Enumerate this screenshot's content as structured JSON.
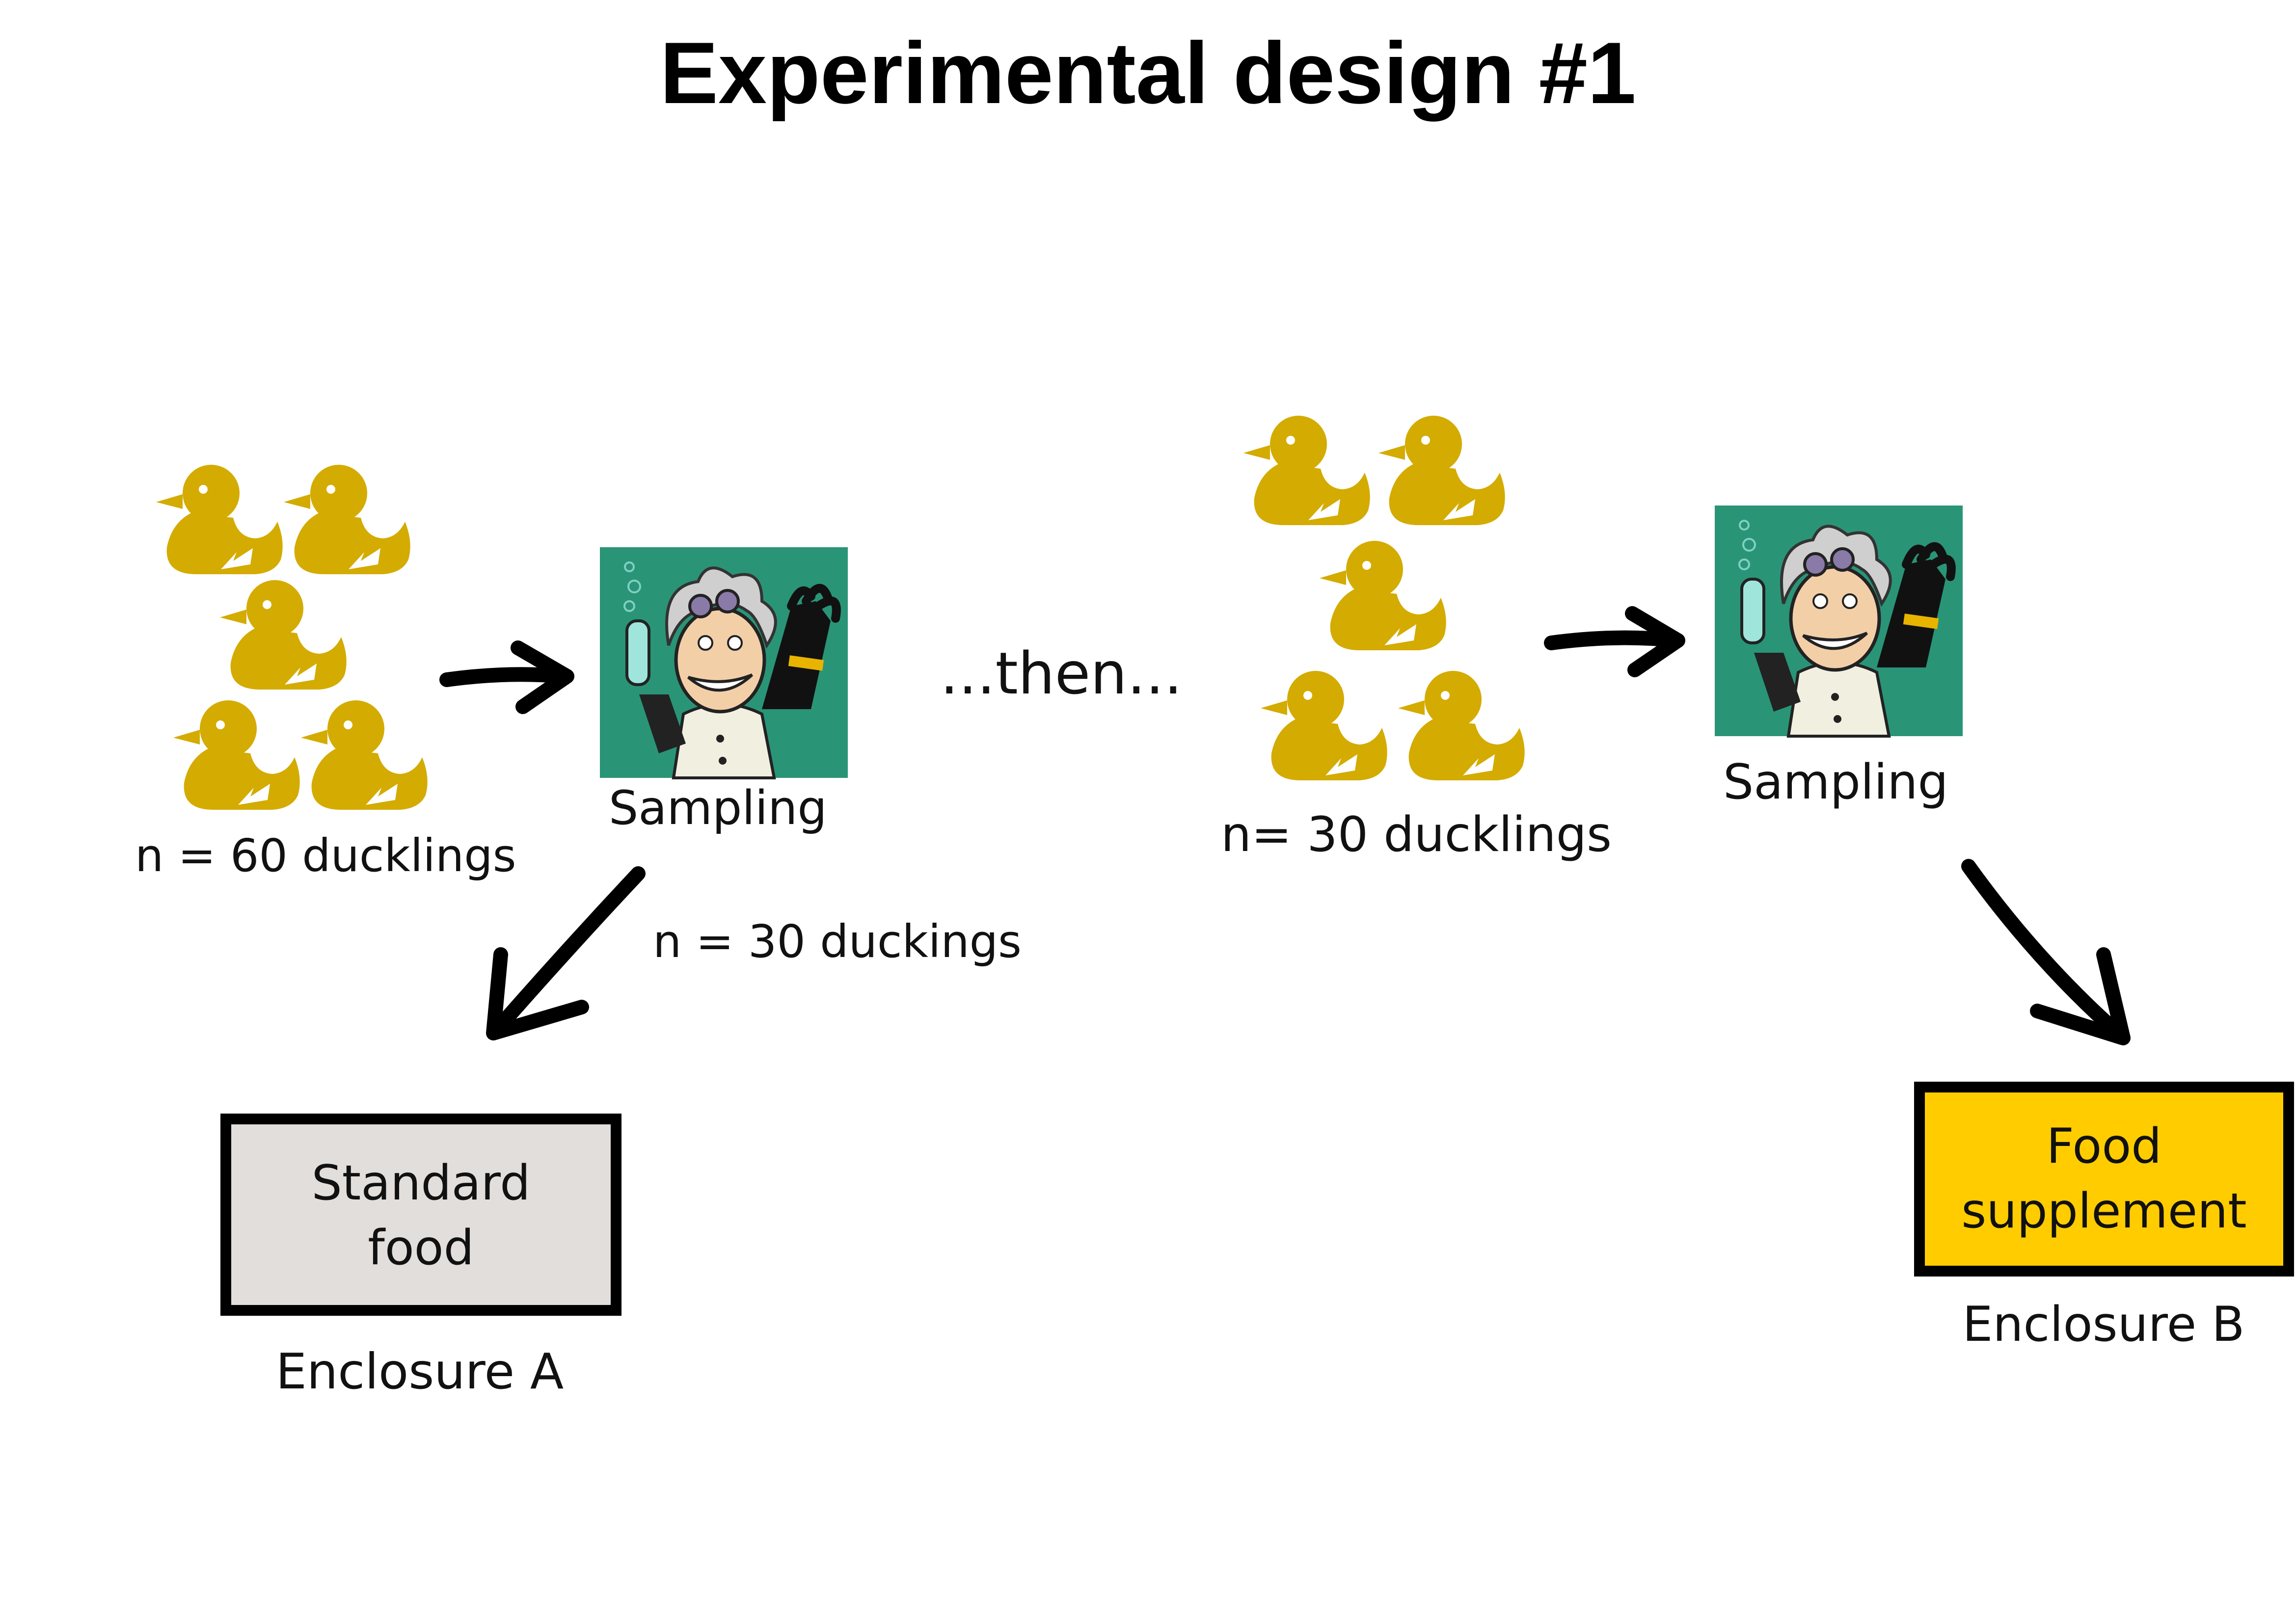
{
  "title": "Experimental design #1",
  "groups": [
    {
      "count_label": "n = 60 ducklings"
    },
    {
      "count_label": "n= 30 ducklings"
    }
  ],
  "steps": {
    "sampling_1": "Sampling",
    "sampling_2": "Sampling",
    "then": "...then...",
    "subset_label": "n = 30 duckings"
  },
  "enclosures": [
    {
      "box_line1": "Standard",
      "box_line2": "food",
      "name": "Enclosure A",
      "fill": "#e1dedb"
    },
    {
      "box_line1": "Food",
      "box_line2": "supplement",
      "name": "Enclosure B",
      "fill": "#ffcc00"
    }
  ],
  "colors": {
    "duck": "#d4ab00",
    "scientist_bg": "#2a9477",
    "arrow": "#000000"
  },
  "icons": [
    "duckling-icon",
    "mad-scientist-icon",
    "arrow-icon"
  ]
}
